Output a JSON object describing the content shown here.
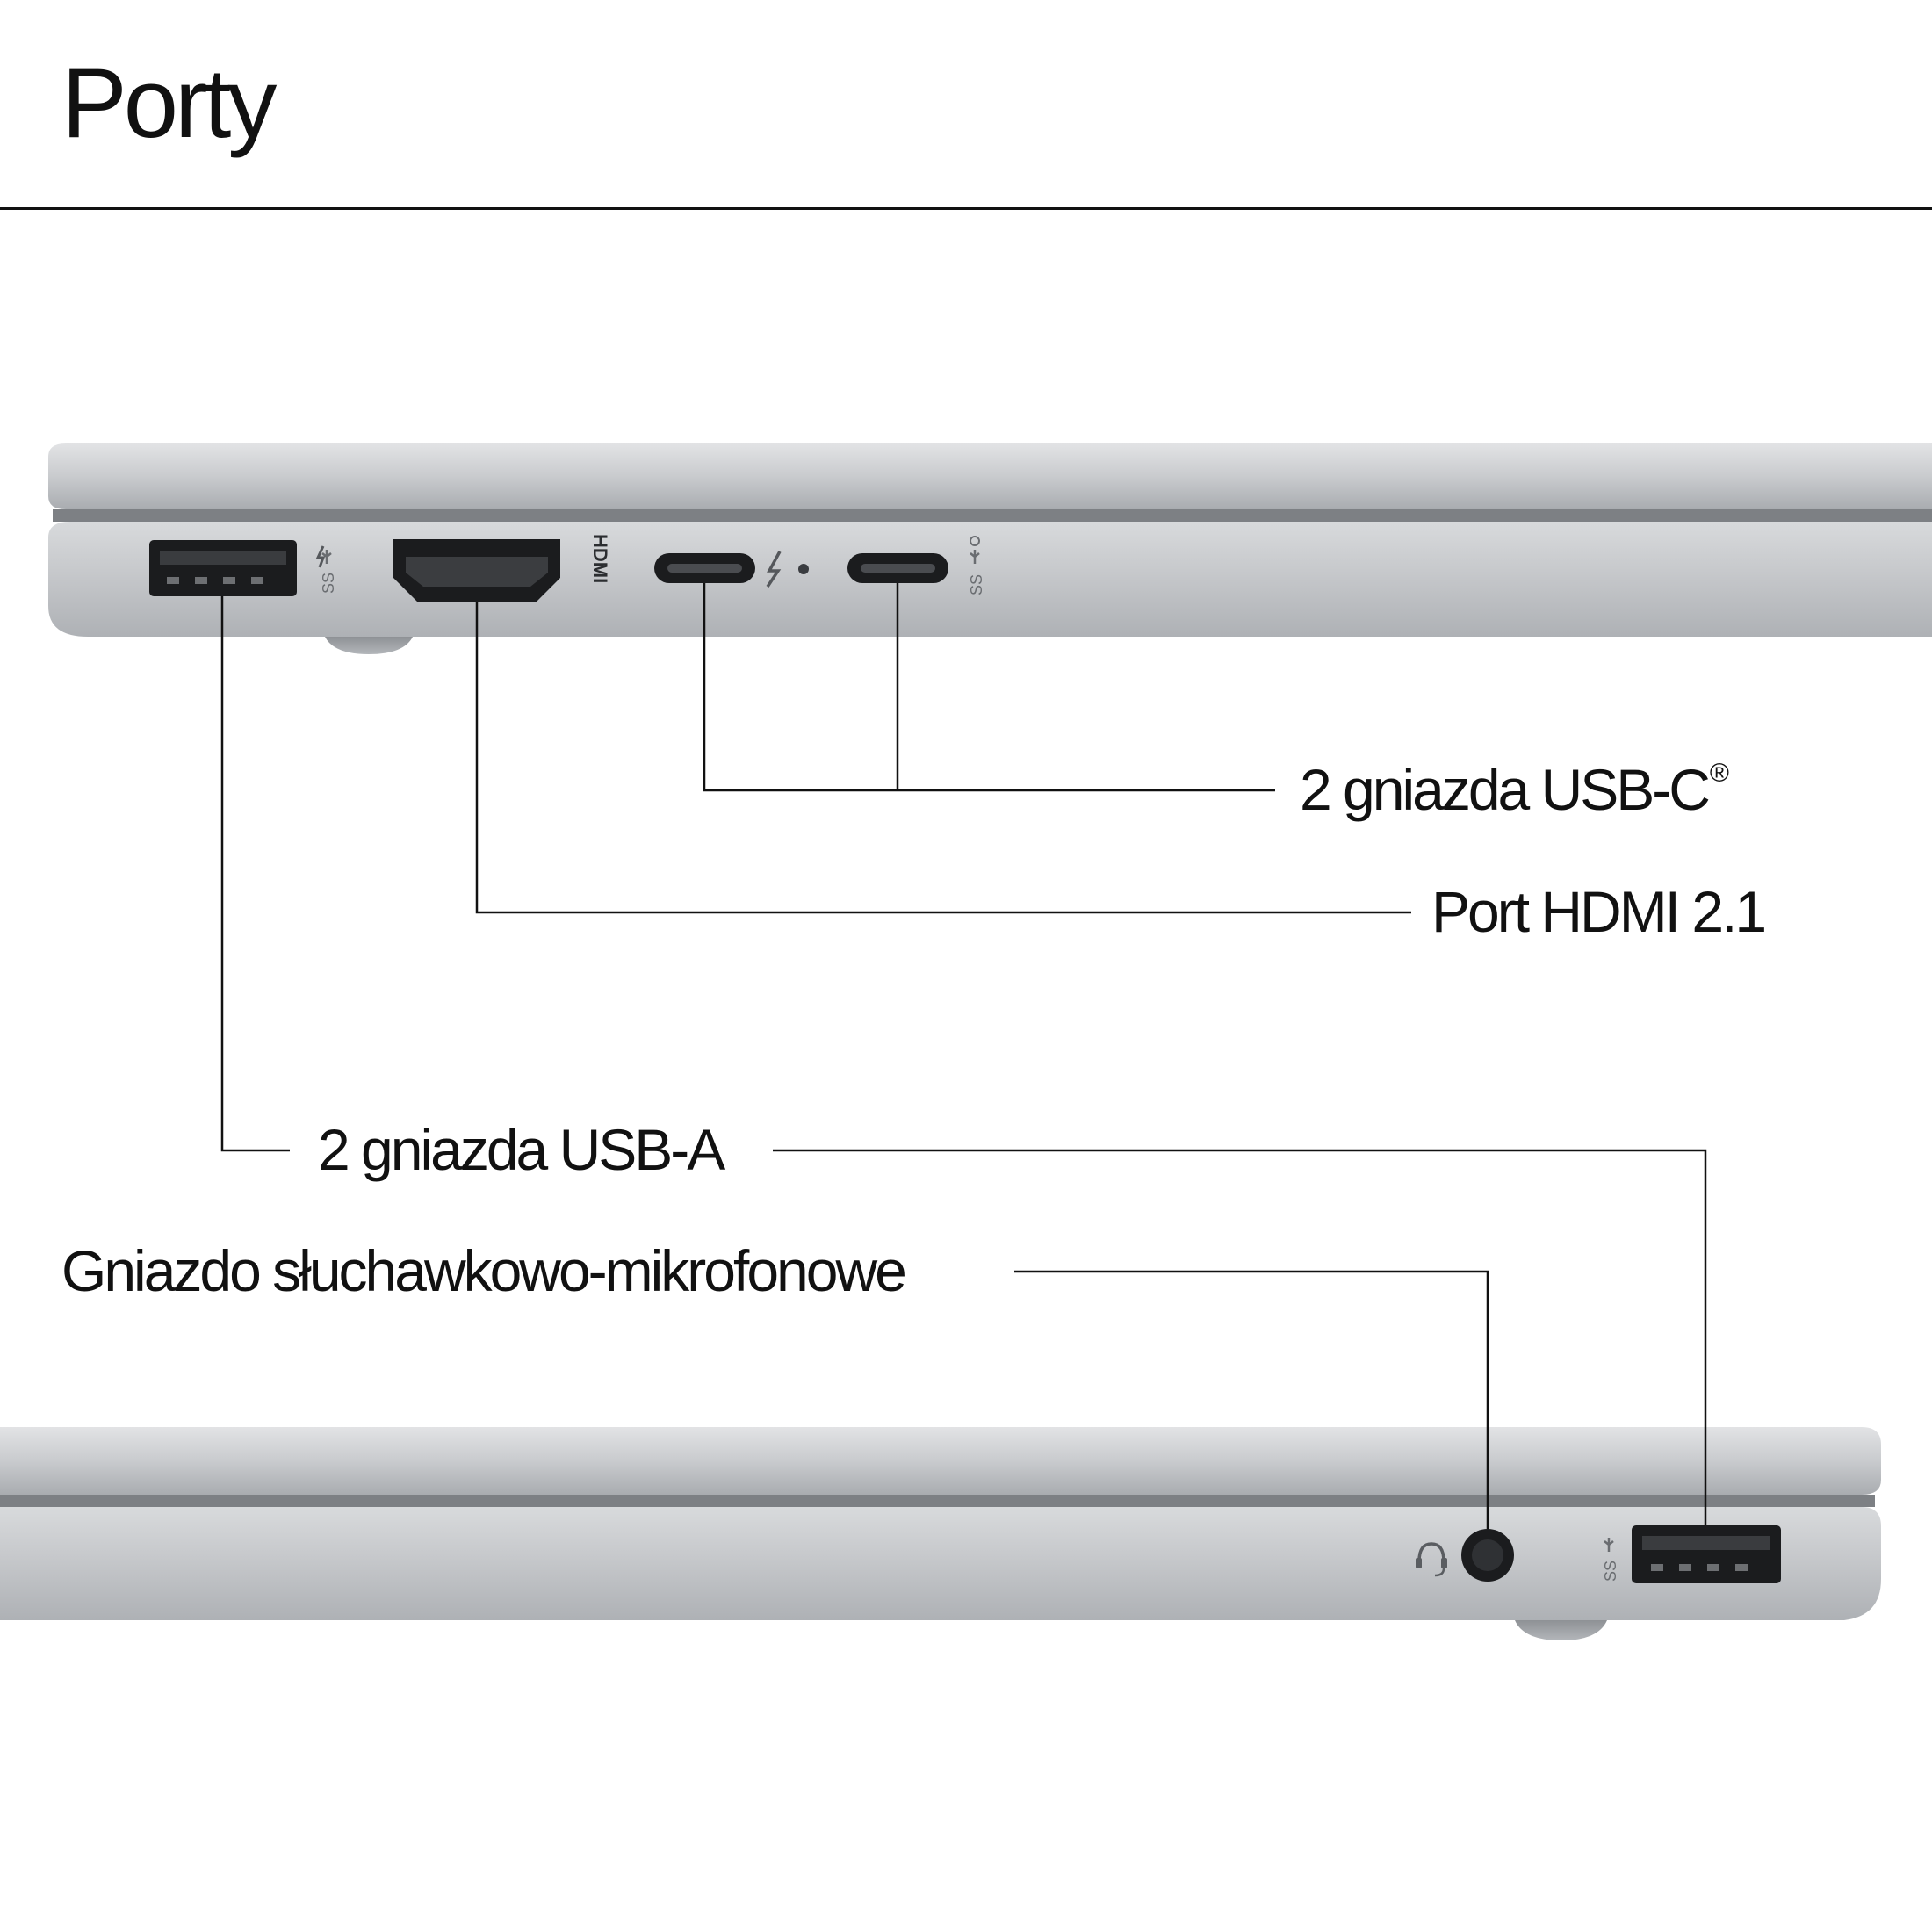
{
  "title": "Porty",
  "labels": {
    "usb_c": "2 gniazda USB-C",
    "usb_c_mark": "®",
    "hdmi": "Port HDMI 2.1",
    "usb_a": "2 gniazda USB-A",
    "audio": "Gniazdo słuchawkowo-mikrofonowe"
  },
  "port_markings": {
    "hdmi_logo": "HDMI",
    "ss": "SS"
  },
  "icons": {
    "usb": "usb-icon",
    "thunderbolt": "lightning-icon",
    "power_delivery": "power-icon",
    "headset": "headset-icon"
  },
  "colors": {
    "chassis": "#c4c6c9",
    "chassis_highlight": "#dfe1e3",
    "chassis_shadow": "#8f9296",
    "port": "#1b1c1e",
    "text": "#111111"
  }
}
